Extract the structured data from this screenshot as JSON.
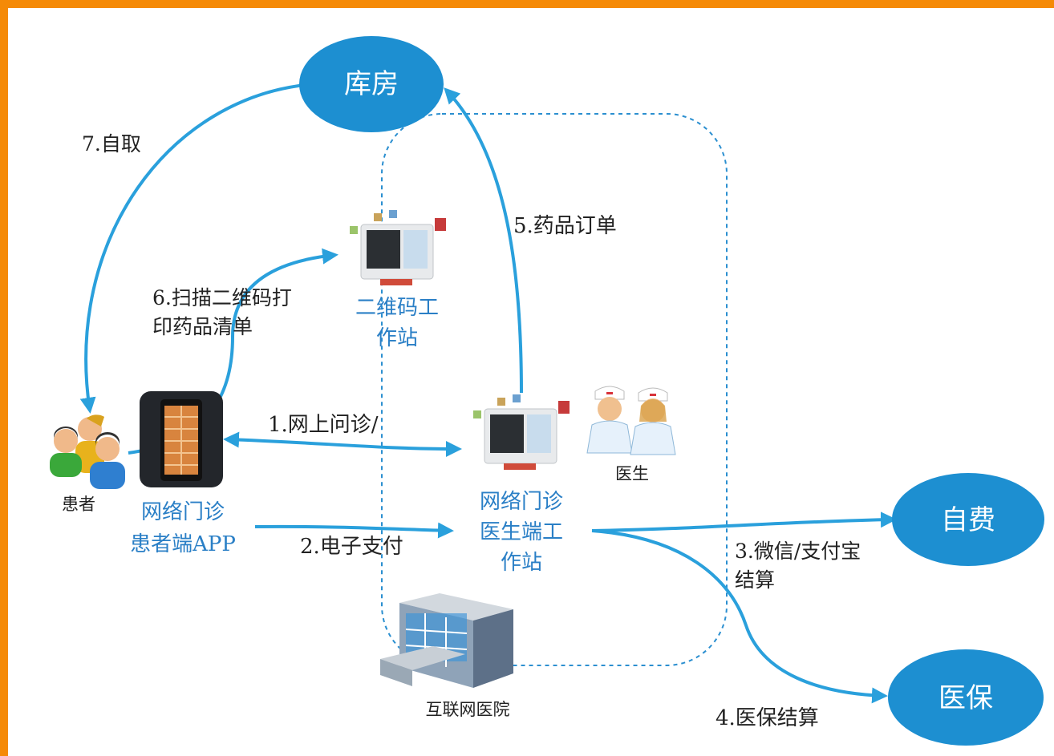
{
  "nodes": {
    "warehouse": "库房",
    "self_pay": "自费",
    "medical_insurance": "医保",
    "patient": "患者",
    "patient_app": [
      "网络门诊",
      "患者端APP"
    ],
    "qr_station": [
      "二维码工",
      "作站"
    ],
    "doctor": "医生",
    "doctor_station": [
      "网络门诊",
      "医生端工",
      "作站"
    ],
    "hospital": "互联网医院"
  },
  "steps": {
    "s1": "1.网上问诊/",
    "s2": "2.电子支付",
    "s3": [
      "3.微信/支付宝",
      "结算"
    ],
    "s4": "4.医保结算",
    "s5": "5.药品订单",
    "s6": [
      "6.扫描二维码打",
      "印药品清单"
    ],
    "s7": "7.自取"
  },
  "colors": {
    "frame": "#f58a07",
    "ellipse": "#1d8fd1",
    "arrow": "#2aa0dc",
    "dashed": "#2b8fd0",
    "blue_text": "#2a7fc6",
    "dark_text": "#222222"
  }
}
